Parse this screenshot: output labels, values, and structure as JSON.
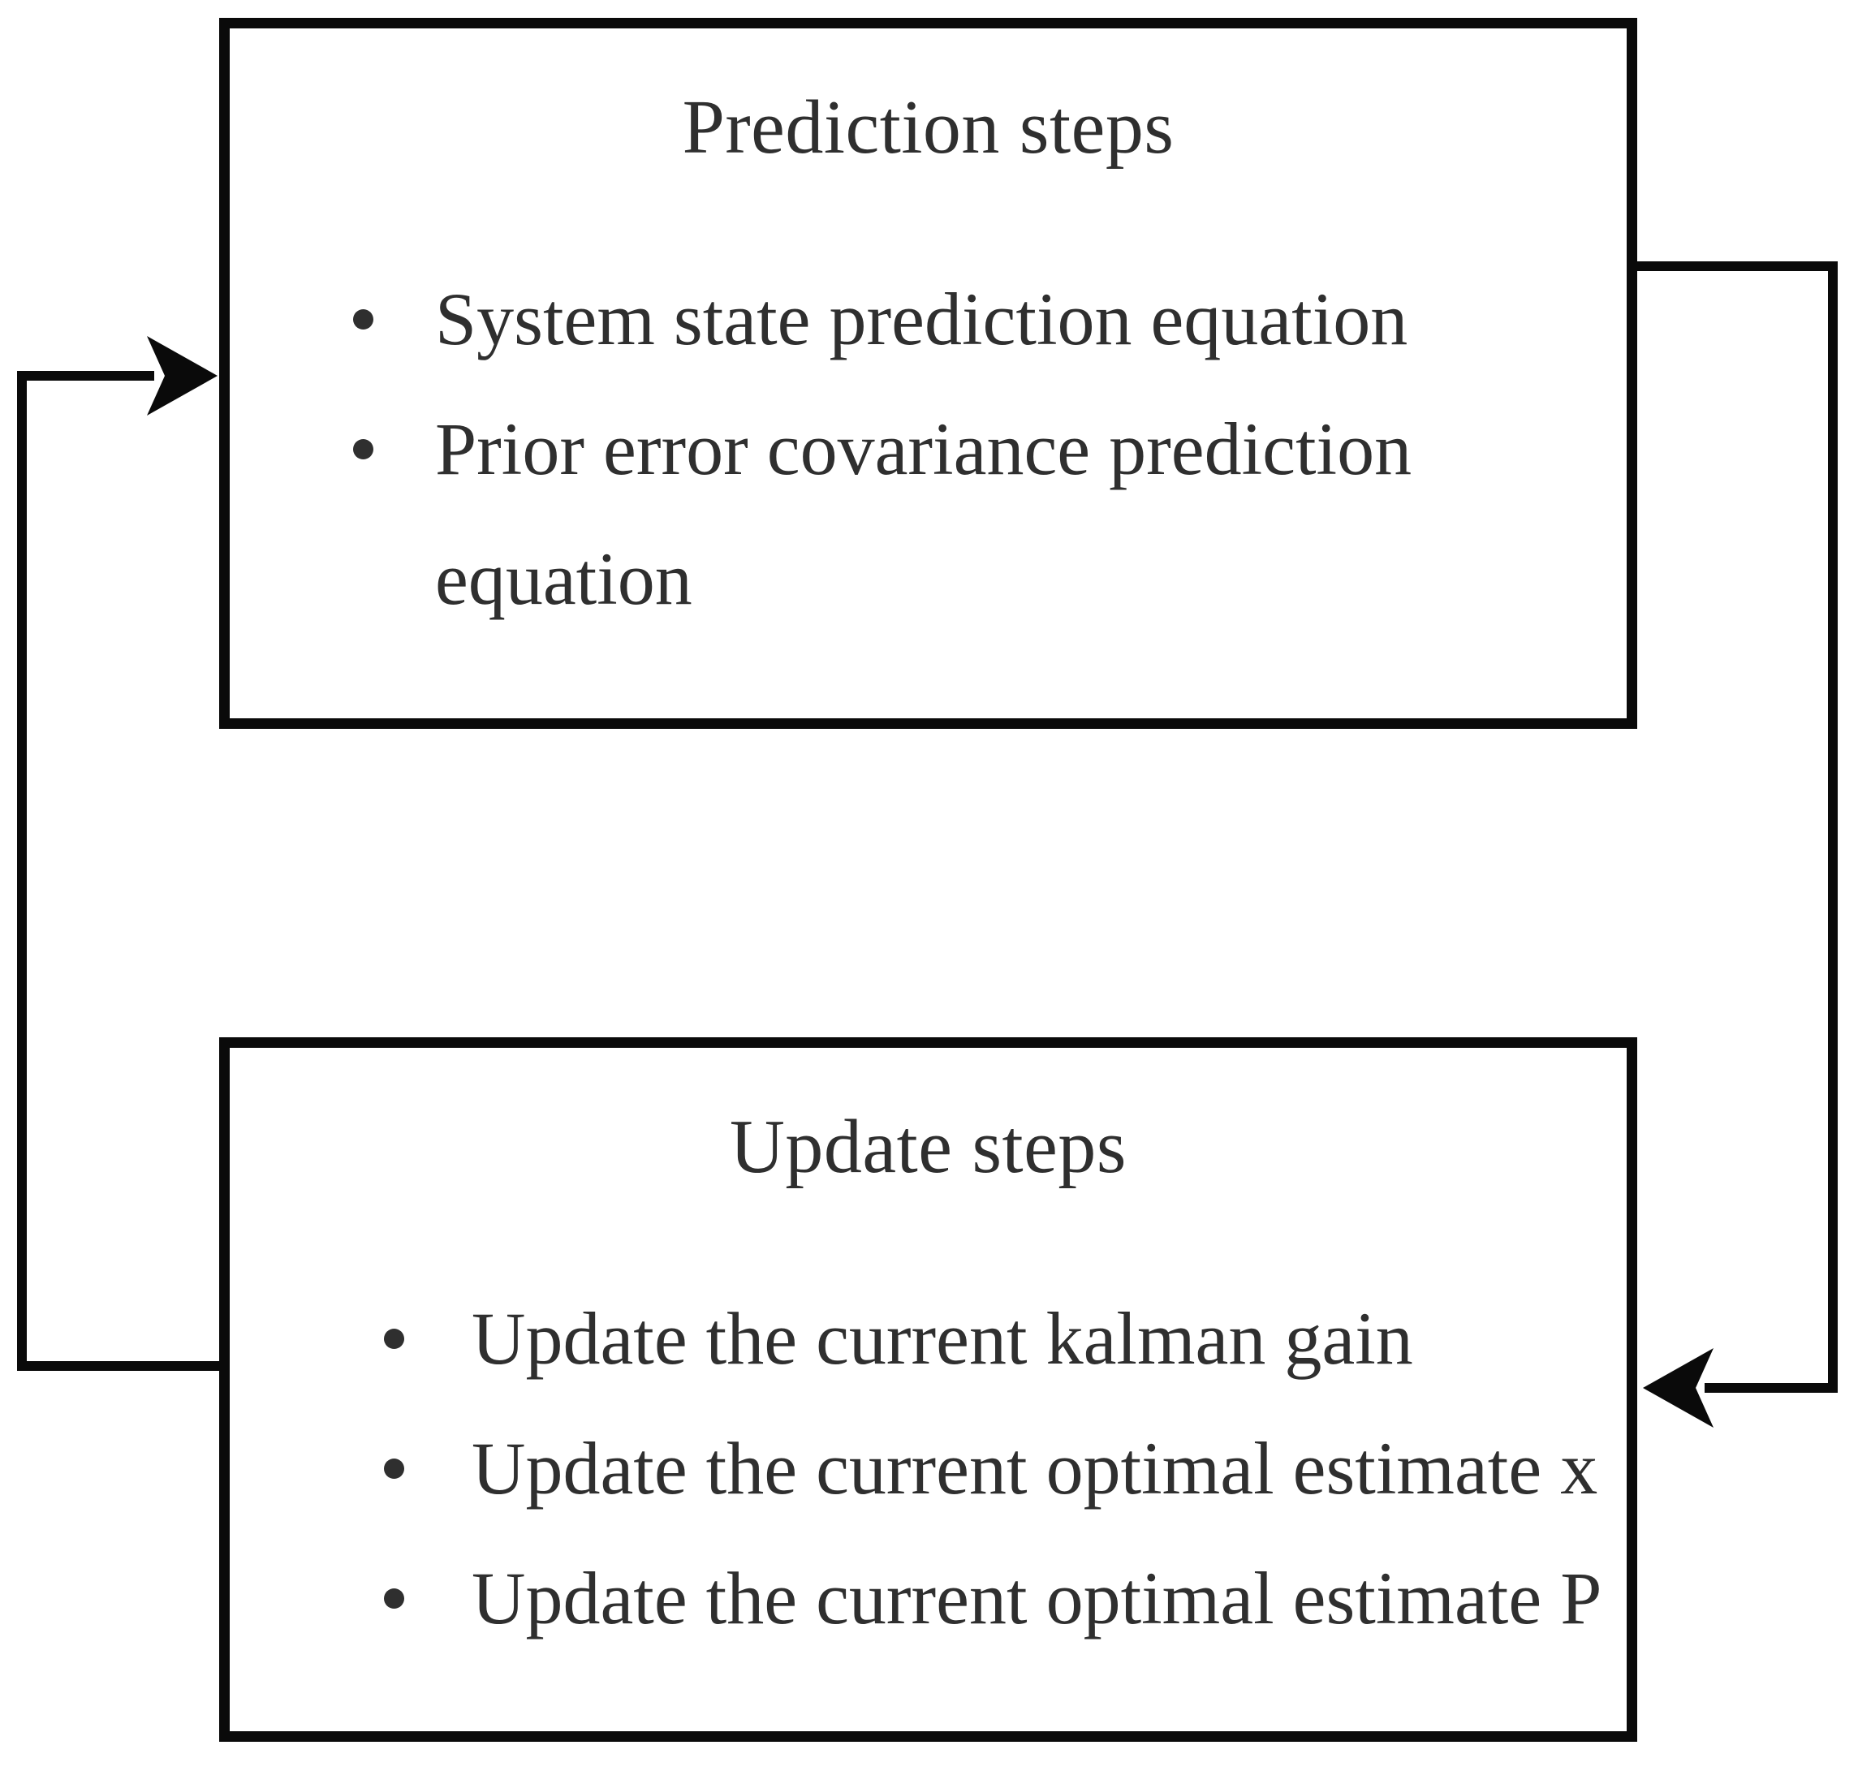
{
  "theme": {
    "line_color": "#0a0a0a",
    "text_color": "#2f2f2f",
    "bg_color": "#ffffff"
  },
  "diagram": {
    "type": "flow-cycle",
    "prediction_box": {
      "title": "Prediction steps",
      "bullets": [
        {
          "line1": "System state prediction equation"
        },
        {
          "line1": "Prior error covariance prediction",
          "line2": "equation"
        }
      ]
    },
    "update_box": {
      "title": "Update steps",
      "bullets": [
        {
          "line1": "Update the current kalman gain"
        },
        {
          "line1": "Update the current optimal estimate x"
        },
        {
          "line1": "Update the current optimal estimate P"
        }
      ]
    },
    "connectors": [
      {
        "name": "update-to-prediction",
        "from": "Update steps",
        "to": "Prediction steps",
        "arrow": "right"
      },
      {
        "name": "prediction-to-update",
        "from": "Prediction steps",
        "to": "Update steps",
        "arrow": "left"
      }
    ]
  }
}
